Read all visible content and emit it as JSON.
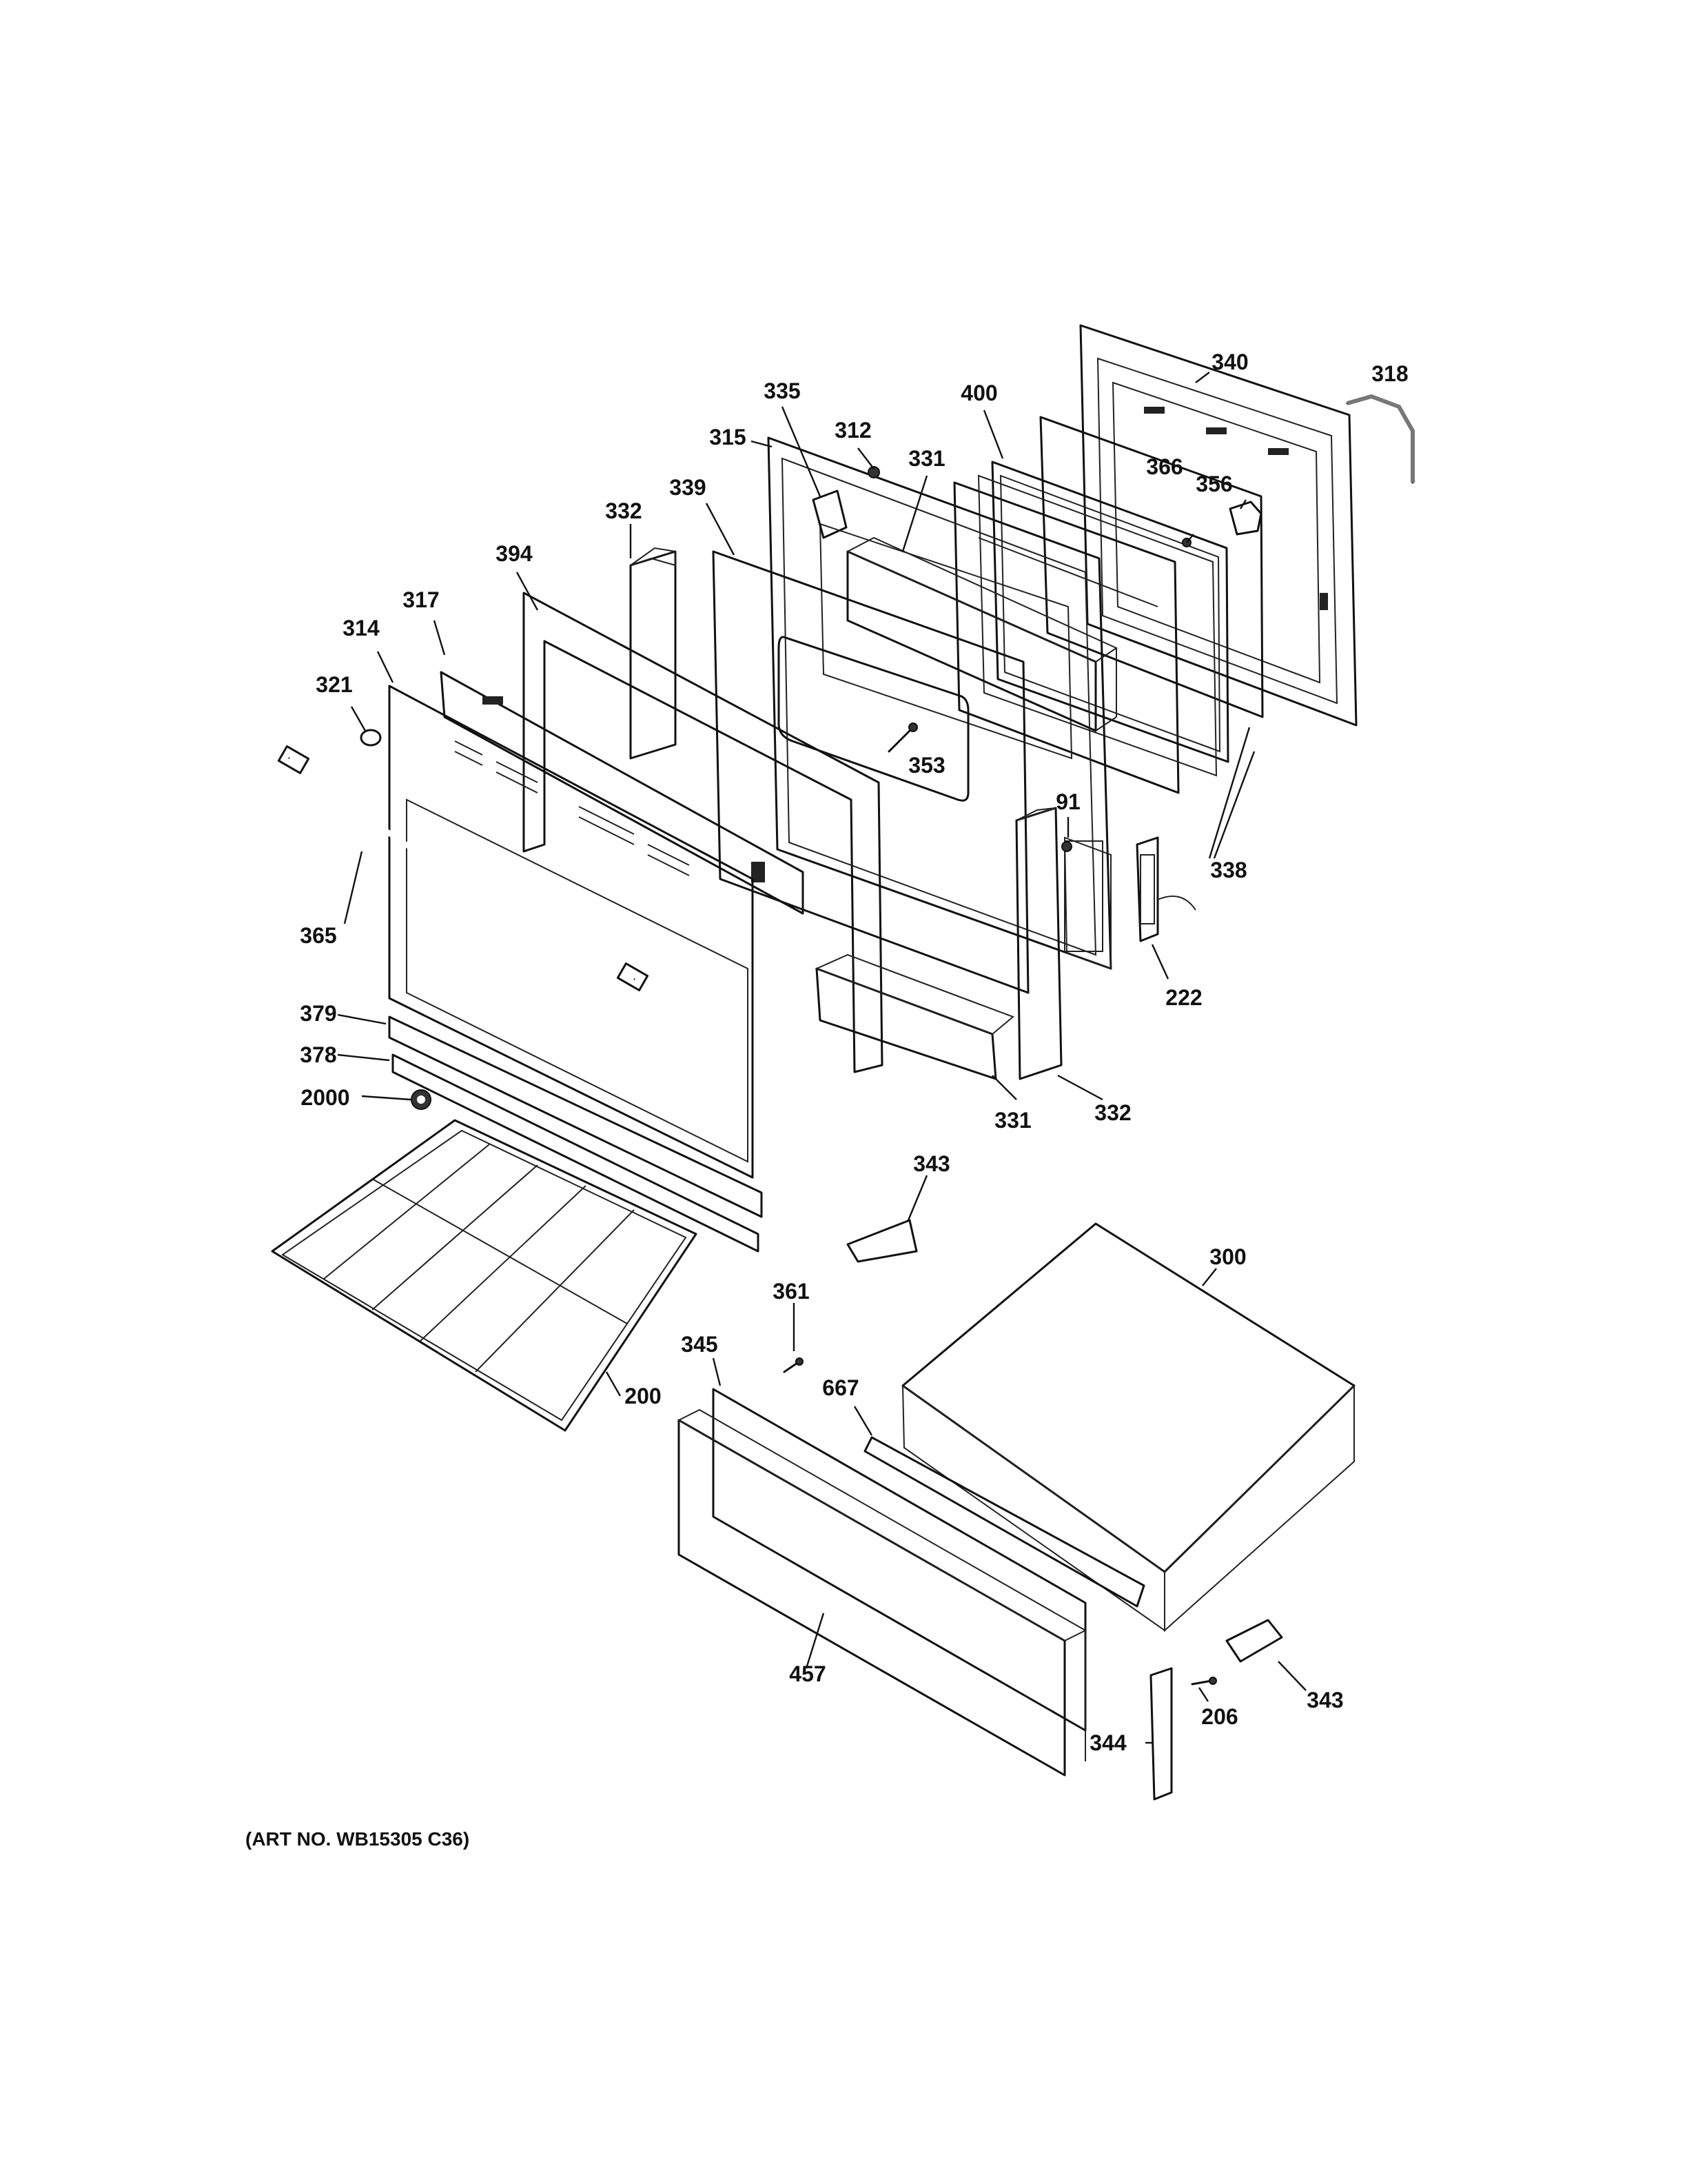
{
  "callouts": [
    {
      "id": "335",
      "text": "335"
    },
    {
      "id": "312",
      "text": "312"
    },
    {
      "id": "400",
      "text": "400"
    },
    {
      "id": "340",
      "text": "340"
    },
    {
      "id": "318",
      "text": "318"
    },
    {
      "id": "315",
      "text": "315"
    },
    {
      "id": "331_top",
      "text": "331"
    },
    {
      "id": "366",
      "text": "366"
    },
    {
      "id": "356",
      "text": "356"
    },
    {
      "id": "339",
      "text": "339"
    },
    {
      "id": "332_top",
      "text": "332"
    },
    {
      "id": "394",
      "text": "394"
    },
    {
      "id": "317",
      "text": "317"
    },
    {
      "id": "314",
      "text": "314"
    },
    {
      "id": "321",
      "text": "321"
    },
    {
      "id": "353",
      "text": "353"
    },
    {
      "id": "91",
      "text": "91"
    },
    {
      "id": "338",
      "text": "338"
    },
    {
      "id": "365",
      "text": "365"
    },
    {
      "id": "222",
      "text": "222"
    },
    {
      "id": "379",
      "text": "379"
    },
    {
      "id": "378",
      "text": "378"
    },
    {
      "id": "2000",
      "text": "2000"
    },
    {
      "id": "331_bottom",
      "text": "331"
    },
    {
      "id": "332_bottom",
      "text": "332"
    },
    {
      "id": "343_top",
      "text": "343"
    },
    {
      "id": "300",
      "text": "300"
    },
    {
      "id": "361",
      "text": "361"
    },
    {
      "id": "345",
      "text": "345"
    },
    {
      "id": "667",
      "text": "667"
    },
    {
      "id": "200",
      "text": "200"
    },
    {
      "id": "457",
      "text": "457"
    },
    {
      "id": "206",
      "text": "206"
    },
    {
      "id": "343_bottom",
      "text": "343"
    },
    {
      "id": "344",
      "text": "344"
    }
  ],
  "art_number": "(ART NO. WB15305 C36)"
}
